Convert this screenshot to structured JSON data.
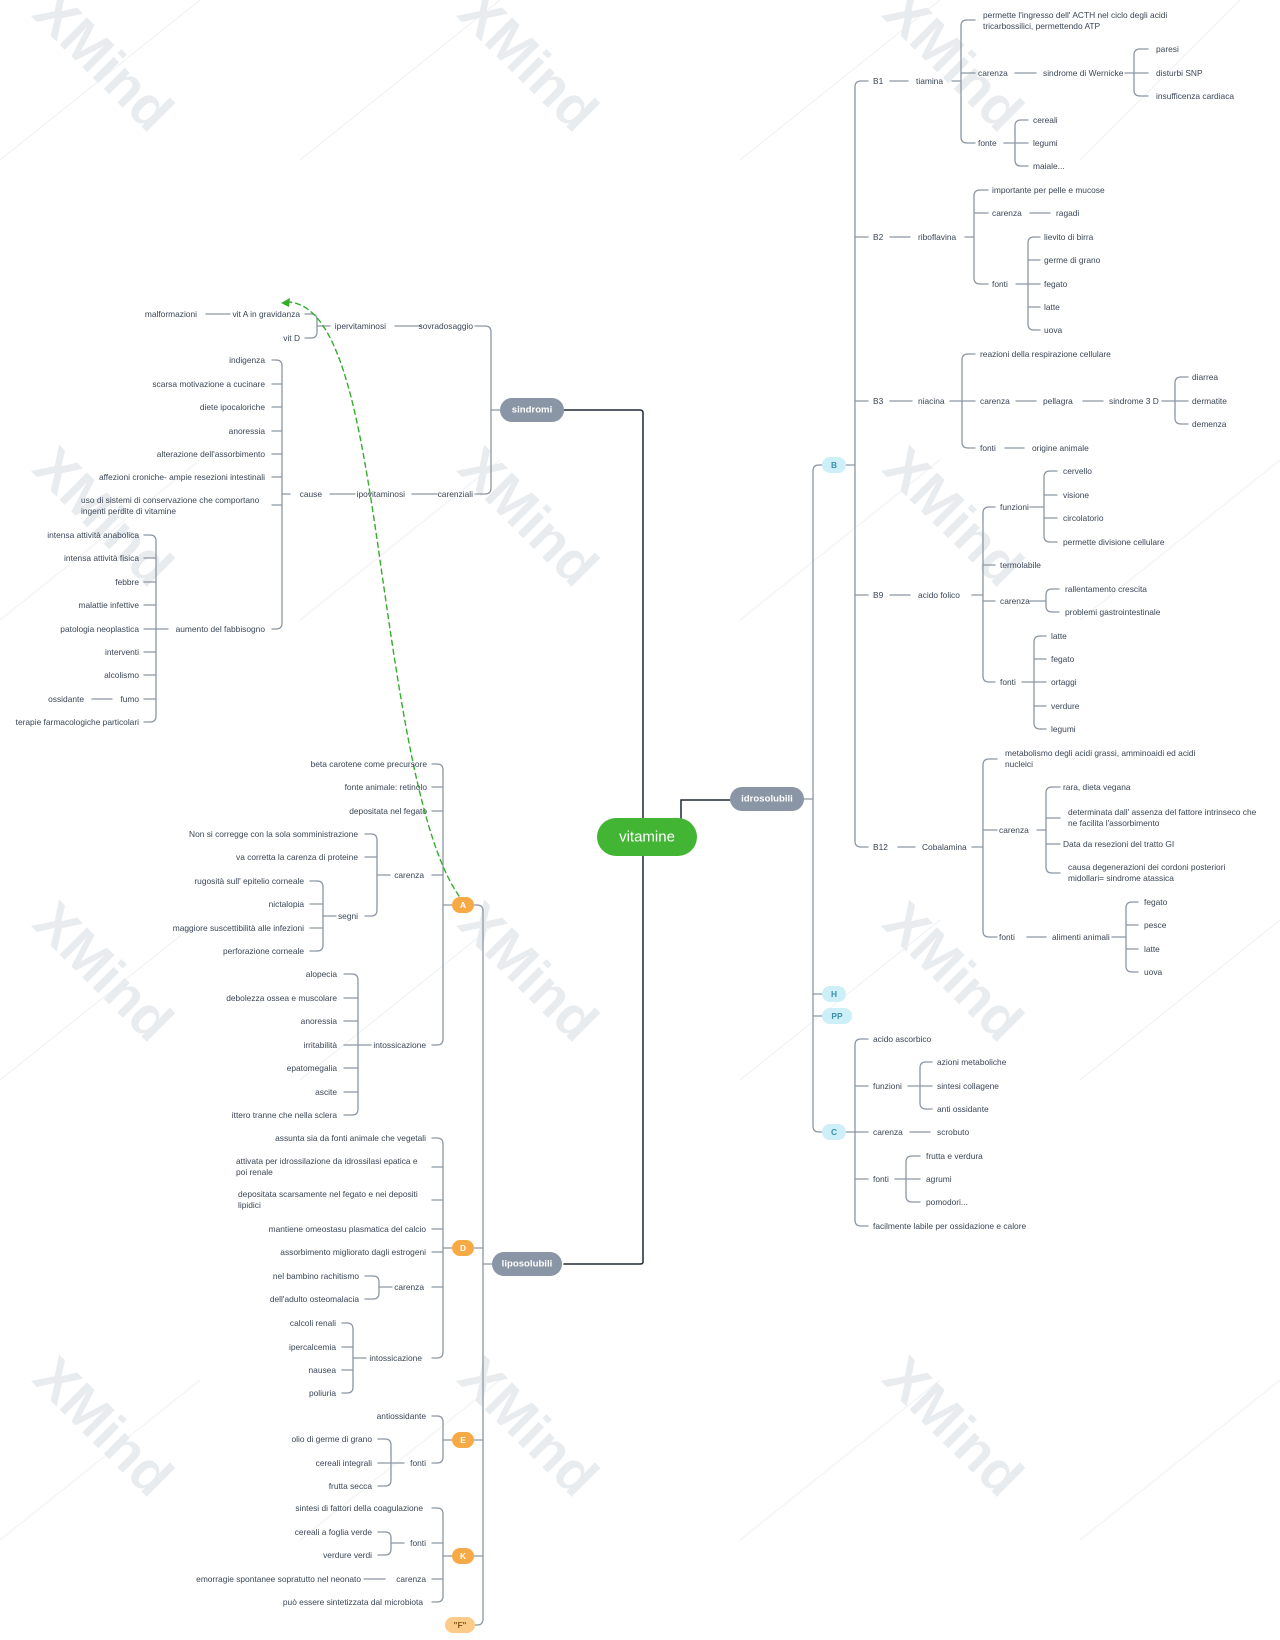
{
  "root": {
    "label": "vitamine"
  },
  "watermark": "XMind",
  "colors": {
    "root": "#43b534",
    "branch": "#8a95a5",
    "orange": "#f7a945",
    "orange_light": "#fbcb8a",
    "cyan": "#cdeff7",
    "line": "#8d96a3",
    "text": "#3b4656",
    "relation": "#35ad2b"
  },
  "branches": {
    "sindromi": {
      "label": "sindromi"
    },
    "idrosolubili": {
      "label": "idrosolubili"
    },
    "liposolubili": {
      "label": "liposolubili"
    }
  },
  "topics": {
    "iper": "ipervitaminosi",
    "sovra": "sovradosaggio",
    "vitA_grav": "vit A in gravidanza",
    "malform": "malformazioni",
    "vitD": "vit D",
    "carenziali": "carenziali",
    "ipov": "ipovitaminosi",
    "cause": "cause",
    "c1": "indigenza",
    "c2": "scarsa motivazione a cucinare",
    "c3": "diete ipocaloriche",
    "c4": "anoressia",
    "c5": "alterazione dell'assorbimento",
    "c6": "affezioni croniche- ampie resezioni intestinali",
    "c7a": "uso di sistemi di conservazione che comportano",
    "c7b": "ingenti perdite di vitamine",
    "afab": "aumento del fabbisogno",
    "f1": "intensa attività anabolica",
    "f2": "intensa attività fisica",
    "f3": "febbre",
    "f4": "malattie infettive",
    "f5": "patologia neoplastica",
    "f6": "interventi",
    "f7": "alcolismo",
    "f8": "fumo",
    "f8a": "ossidante",
    "f9": "terapie farmacologiche particolari",
    "A": "A",
    "a1": "beta carotene come precursore",
    "a2": "fonte animale: retinolo",
    "a3": "depositata nel fegato",
    "acar": "carenza",
    "acar1": "Non si corregge con la sola somministrazione",
    "acar2": "va corretta la carenza di proteine",
    "asegni": "segni",
    "as1": "rugosità sull' epitelio corneale",
    "as2": "nictalopia",
    "as3": "maggiore suscettibilità alle infezioni",
    "as4": "perforazione corneale",
    "aint": "intossicazione",
    "ai1": "alopecia",
    "ai2": "debolezza ossea e muscolare",
    "ai3": "anoressia",
    "ai4": "irritabilità",
    "ai5": "epatomegalia",
    "ai6": "ascite",
    "ai7": "ittero tranne che nella sclera",
    "D": "D",
    "d1": "assunta sia da fonti animale che vegetali",
    "d2a": "attivata per idrossilazione da idrossilasi epatica e",
    "d2b": "poi renale",
    "d3a": "depositata scarsamente nel fegato e nei depositi",
    "d3b": "lipidici",
    "d4": "mantiene omeostasu plasmatica del calcio",
    "d5": "assorbimento migliorato dagli estrogeni",
    "dcar": "carenza",
    "dc1": "nel bambino rachitismo",
    "dc2": "dell'adulto osteomalacia",
    "dint": "intossicazione",
    "di1": "calcoli renali",
    "di2": "ipercalcemia",
    "di3": "nausea",
    "di4": "poliuria",
    "E": "E",
    "e1": "antiossidante",
    "efonti": "fonti",
    "ef1": "olio di germe di grano",
    "ef2": "cereali integrali",
    "ef3": "frutta secca",
    "K": "K",
    "k1": "sintesi di fattori della coagulazione",
    "kfonti": "fonti",
    "kf1": "cereali a foglia verde",
    "kf2": "verdure verdi",
    "kcar": "carenza",
    "kc1": "emorragie spontanee sopratutto nel neonato",
    "k3": "può essere sintetizzata dal microbiota",
    "F": "\"F\"",
    "B": "B",
    "H": "H",
    "PP": "PP",
    "C": "C",
    "B1": "B1",
    "tiamina": "tiamina",
    "b1a": "permette l'ingresso dell' ACTH nel ciclo degli acidi",
    "b1b": "tricarbossilici, permettendo ATP",
    "b1car": "carenza",
    "wern": "sindrome di Wernicke",
    "w1": "paresi",
    "w2": "disturbi SNP",
    "w3": "insufficenza cardiaca",
    "b1fonte": "fonte",
    "b1f1": "cereali",
    "b1f2": "legumi",
    "b1f3": "maiale...",
    "B2": "B2",
    "ribo": "riboflavina",
    "b2a": "importante per pelle e mucose",
    "b2car": "carenza",
    "ragadi": "ragadi",
    "b2fonti": "fonti",
    "b2f1": "lievito di birra",
    "b2f2": "germe di grano",
    "b2f3": "fegato",
    "b2f4": "latte",
    "b2f5": "uova",
    "B3": "B3",
    "niacina": "niacina",
    "b3a": "reazioni della respirazione cellulare",
    "b3car": "carenza",
    "pellagra": "pellagra",
    "s3d": "sindrome 3 D",
    "d1x": "diarrea",
    "d2x": "dermatite",
    "d3x": "demenza",
    "b3fonti": "fonti",
    "b3f1": "origine animale",
    "B9": "B9",
    "folico": "acido folico",
    "b9fun": "funzioni",
    "b9fu1": "cervello",
    "b9fu2": "visione",
    "b9fu3": "circolatorio",
    "b9fu4": "permette divisione cellulare",
    "b9term": "termolabile",
    "b9car": "carenza",
    "b9c1": "rallentamento crescita",
    "b9c2": "problemi gastrointestinale",
    "b9fonti": "fonti",
    "b9f1": "latte",
    "b9f2": "fegato",
    "b9f3": "ortaggi",
    "b9f4": "verdure",
    "b9f5": "legumi",
    "B12": "B12",
    "cobal": "Cobalamina",
    "b12a1": "metabolismo degli acidi grassi, amminoaidi ed acidi",
    "b12a2": "nucleici",
    "b12car": "carenza",
    "b12c1": "rara, dieta vegana",
    "b12c2a": "determinata dall' assenza del fattore intrinseco che",
    "b12c2b": "ne facilita l'assorbimento",
    "b12c3": "Data da resezioni del tratto GI",
    "b12c4a": "causa degenerazioni dei cordoni posteriori",
    "b12c4b": "midollari= sindrome atassica",
    "b12fonti": "fonti",
    "b12al": "alimenti animali",
    "b12f1": "fegato",
    "b12f2": "pesce",
    "b12f3": "latte",
    "b12f4": "uova",
    "c_acido": "acido ascorbico",
    "cfun": "funzioni",
    "cfu1": "azioni metaboliche",
    "cfu2": "sintesi collagene",
    "cfu3": "anti ossidante",
    "ccar": "carenza",
    "scorb": "scrobuto",
    "cfonti": "fonti",
    "cf1": "frutta e verdura",
    "cf2": "agrumi",
    "cf3": "pomodori...",
    "clab": "facilmente labile per ossidazione e calore"
  }
}
